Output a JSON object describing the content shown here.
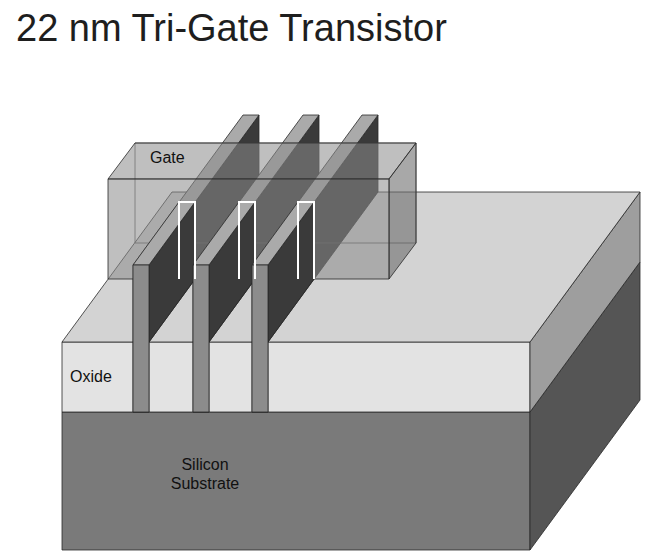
{
  "diagram": {
    "title": "22 nm Tri-Gate Transistor",
    "labels": [
      "Gate",
      "Oxide",
      "Silicon Substrate"
    ]
  }
}
